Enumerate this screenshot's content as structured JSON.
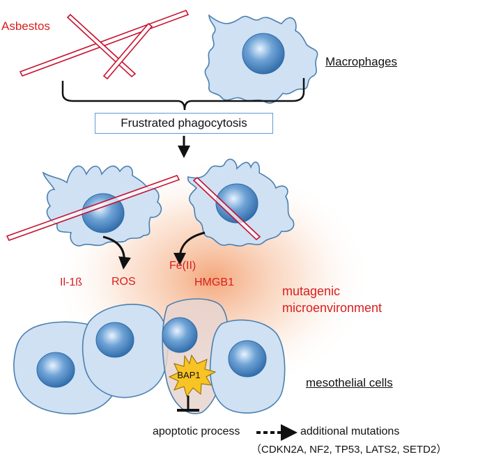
{
  "labels": {
    "asbestos": "Asbestos",
    "macrophages": "Macrophages",
    "frustrated": "Frustrated phagocytosis",
    "il1b": "Il-1ß",
    "ros": "ROS",
    "fe": "Fe(II)",
    "hmgb1": "HMGB1",
    "mutagenic_1": "mutagenic",
    "mutagenic_2": "microenvironment",
    "mesothelial": "mesothelial cells",
    "bap1": "BAP1",
    "apoptotic": "apoptotic process",
    "additional": "additional mutations",
    "genes": "（CDKN2A, NF2, TP53, LATS2, SETD2）"
  },
  "colors": {
    "red_text": "#d81e1e",
    "fiber": "#c8102e",
    "cell_fill": "#cfe1f3",
    "cell_stroke": "#4a7fb0",
    "nucleus": "#3f7fbf",
    "box_border": "#5a9bd5",
    "glow": "#f5a070",
    "bap1_star": "#f7c325"
  }
}
